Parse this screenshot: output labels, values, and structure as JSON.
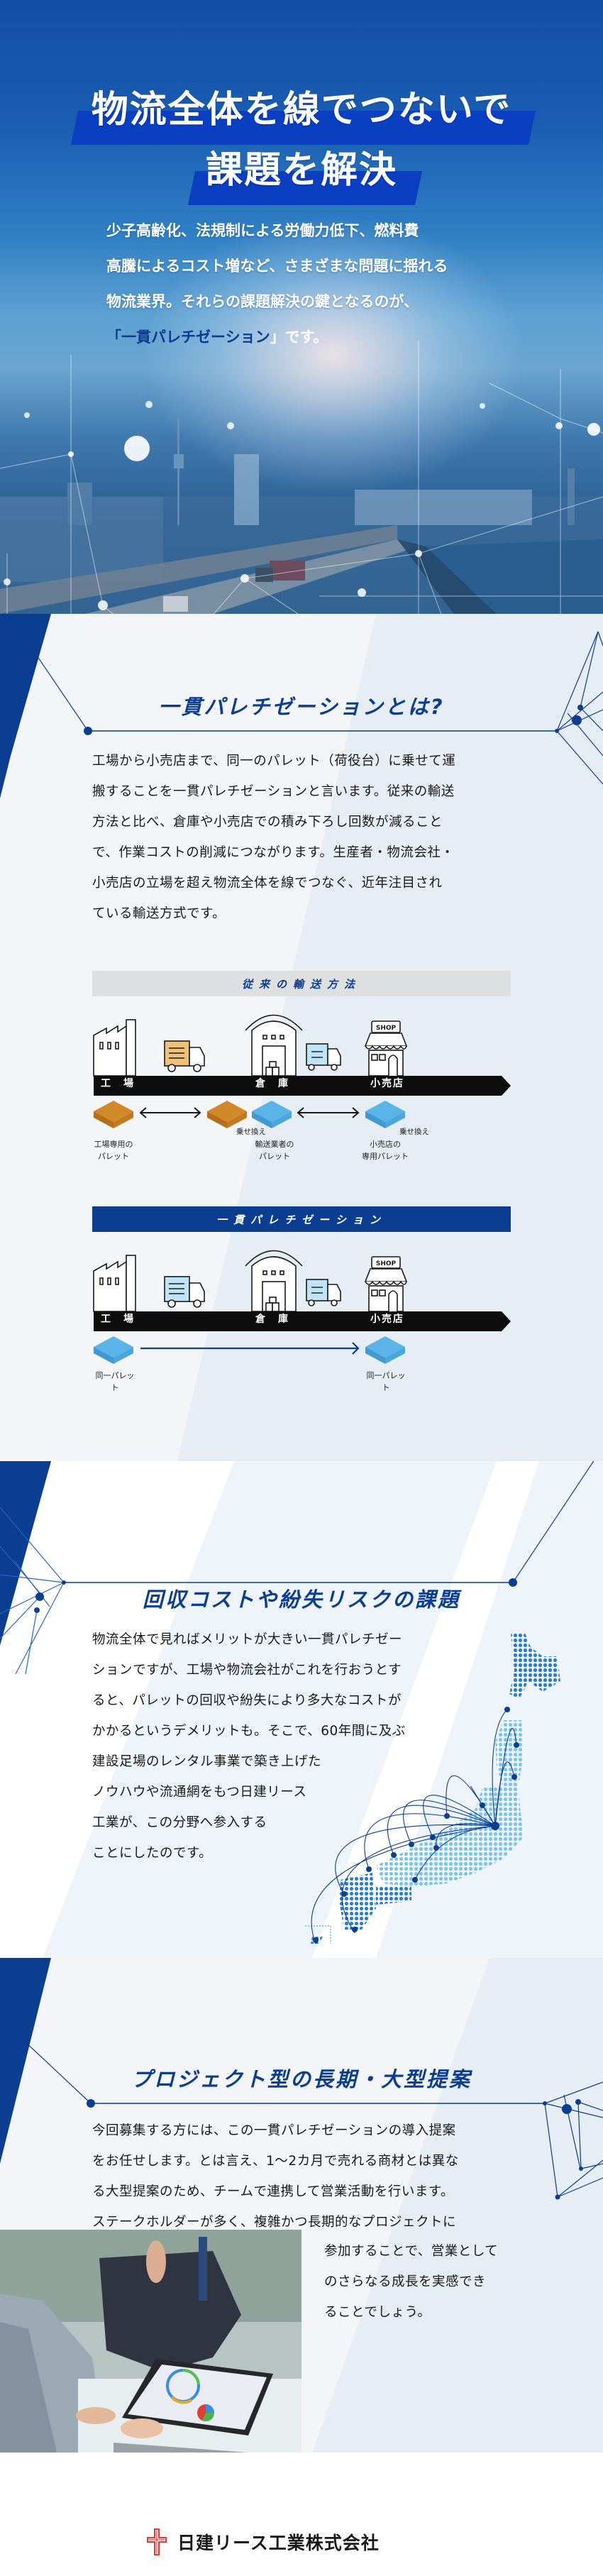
{
  "hero": {
    "title_line1": "物流全体を線でつないで",
    "title_line2": "課題を解決",
    "intro_lines": [
      "少子高齢化、法規制による労働力低下、燃料費",
      "高騰によるコスト増など、さまざまな問題に揺れる",
      "物流業界。それらの課題解決の鍵となるのが、"
    ],
    "intro_last_open": "「",
    "intro_highlight": "一貫パレチゼーション",
    "intro_last_close": "」です。",
    "image_description": "city-highway-network-photo"
  },
  "section_what": {
    "title": "一貫パレチゼーションとは?",
    "body_lines": [
      "工場から小売店まで、同一のパレット（荷役台）に乗せて運",
      "搬することを一貫パレチゼーションと言います。従来の輸送",
      "方法と比べ、倉庫や小売店での積み下ろし回数が減ること",
      "で、作業コストの削減につながります。生産者・物流会社・",
      "小売店の立場を超え物流全体を線でつなぐ、近年注目され",
      "ている輸送方式です。"
    ],
    "diagram_conventional": {
      "header": "従来の輸送方法",
      "stops": [
        "工　場",
        "倉　庫",
        "小売店"
      ],
      "shop_sign": "SHOP",
      "pallet_labels": [
        [
          "工場専用の",
          "パレット"
        ],
        [
          "輸送業者の",
          "パレット"
        ],
        [
          "小売店の",
          "専用パレット"
        ]
      ],
      "swap_label": "乗せ換え",
      "colors": {
        "factory_pallet": "#d2892a",
        "carrier_pallet": "#5ab4e8",
        "truck1": "#eec07a",
        "truck2": "#bfe3f7"
      }
    },
    "diagram_unit_load": {
      "header": "一貫パレチゼーション",
      "stops": [
        "工　場",
        "倉　庫",
        "小売店"
      ],
      "shop_sign": "SHOP",
      "pallet_labels": [
        "同一パレット",
        "同一パレット"
      ],
      "colors": {
        "pallet": "#5ab4e8",
        "truck": "#bfe3f7",
        "arrow": "#0b3d91"
      }
    }
  },
  "section_issue": {
    "title": "回収コストや紛失リスクの課題",
    "body_lines": [
      "物流全体で見ればメリットが大きい一貫パレチゼー",
      "ションですが、工場や物流会社がこれを行おうとす",
      "ると、パレットの回収や紛失により多大なコストが",
      "かかるというデメリットも。そこで、60年間に及ぶ",
      "建設足場のレンタル事業で築き上げた",
      "ノウハウや流通網をもつ日建リース",
      "工業が、この分野へ参入する",
      "ことにしたのです。"
    ],
    "image_description": "japan-dot-map-network"
  },
  "section_project": {
    "title": "プロジェクト型の長期・大型提案",
    "body_lines": [
      "今回募集する方には、この一貫パレチゼーションの導入提案",
      "をお任せします。とは言え、1～2カ月で売れる商材とは異な",
      "る大型提案のため、チームで連携して営業活動を行います。",
      "ステークホルダーが多く、複雑かつ長期的なプロジェクトに"
    ],
    "body_lines_right": [
      "参加することで、営業として",
      "のさらなる成長を実感でき",
      "ることでしょう。"
    ],
    "image_description": "business-meeting-laptop-photo"
  },
  "footer": {
    "company_name": "日建リース工業株式会社",
    "logo_color": "#e53935"
  },
  "theme": {
    "primary": "#0b3d91",
    "accent_band": "#0a3fc2",
    "section_bg": "#f3f5f8",
    "stripe_bg": "#e6edf5"
  }
}
